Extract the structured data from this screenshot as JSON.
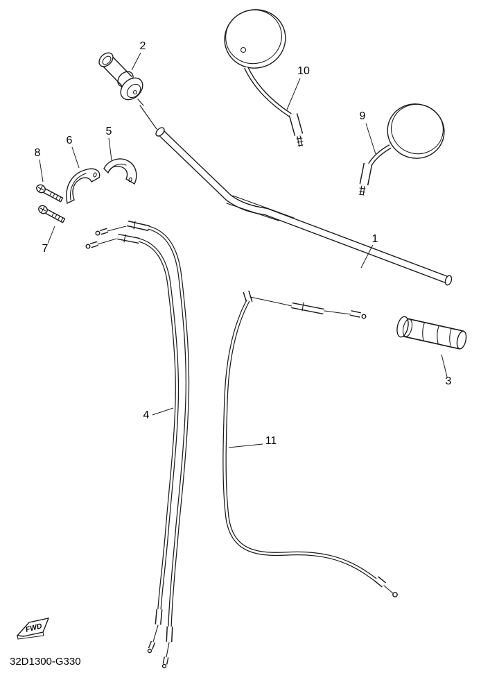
{
  "diagram": {
    "code": "32D1300-G330",
    "fwd_label": "FWD",
    "callouts": [
      {
        "num": "1"
      },
      {
        "num": "2"
      },
      {
        "num": "3"
      },
      {
        "num": "4"
      },
      {
        "num": "5"
      },
      {
        "num": "6"
      },
      {
        "num": "7"
      },
      {
        "num": "8"
      },
      {
        "num": "9"
      },
      {
        "num": "10"
      },
      {
        "num": "11"
      }
    ]
  }
}
